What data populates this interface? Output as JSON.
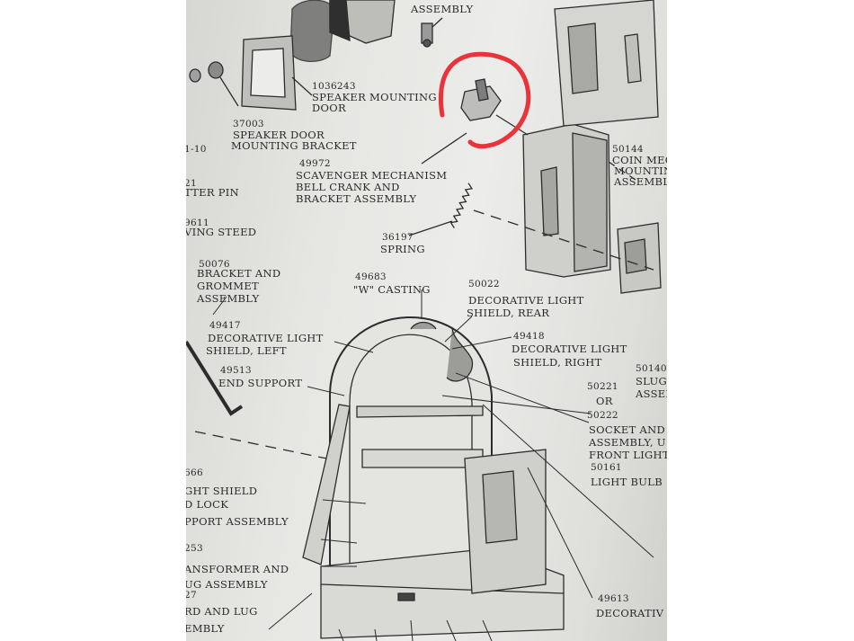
{
  "labels": {
    "l1": "ASSEMBLY",
    "l2": "1036243",
    "l3": "SPEAKER MOUNTING",
    "l4": "DOOR",
    "l5": "37003",
    "l6": "SPEAKER DOOR",
    "l7": "MOUNTING BRACKET",
    "l8": "49972",
    "l9": "SCAVENGER MECHANISM",
    "l10": "BELL CRANK AND",
    "l11": "BRACKET ASSEMBLY",
    "l12": "36197",
    "l13": "SPRING",
    "l14": "50144",
    "l15": "COIN MEC",
    "l16": "MOUNTING",
    "l17": "ASSEMBLY",
    "l18": "50076",
    "l19": "BRACKET AND",
    "l20": "GROMMET",
    "l21": "ASSEMBLY",
    "l22": "49683",
    "l23": "\"W\" CASTING",
    "l24": "50022",
    "l25": "DECORATIVE LIGHT",
    "l26": "SHIELD, REAR",
    "l27": "49417",
    "l28": "DECORATIVE LIGHT",
    "l29": "SHIELD, LEFT",
    "l30": "49418",
    "l31": "DECORATIVE LIGHT",
    "l32": "SHIELD, RIGHT",
    "l33": "49513",
    "l34": "END SUPPORT",
    "l35": "50140",
    "l36": "SLUG",
    "l37": "ASSEM",
    "l38": "50221",
    "l39": "OR",
    "l40": "50222",
    "l41": "SOCKET AND",
    "l42": "ASSEMBLY, U",
    "l43": "FRONT LIGHT",
    "l44": "50161",
    "l45": "LIGHT BULB",
    "l46": "666",
    "l47": "GHT SHIELD",
    "l48": "D LOCK",
    "l49": "PPORT ASSEMBLY",
    "l50": "253",
    "l51": "ANSFORMER AND",
    "l52": "UG ASSEMBLY",
    "l53": "27",
    "l54": "RD AND LUG",
    "l55": "EMBLY",
    "l56": "49613",
    "l57": "DECORATIV",
    "l58": "1-10",
    "l59": "21",
    "l60": "TTER PIN",
    "l61": "9611",
    "l62": "VING STEED"
  },
  "annotation": {
    "color": "#e8343a"
  }
}
